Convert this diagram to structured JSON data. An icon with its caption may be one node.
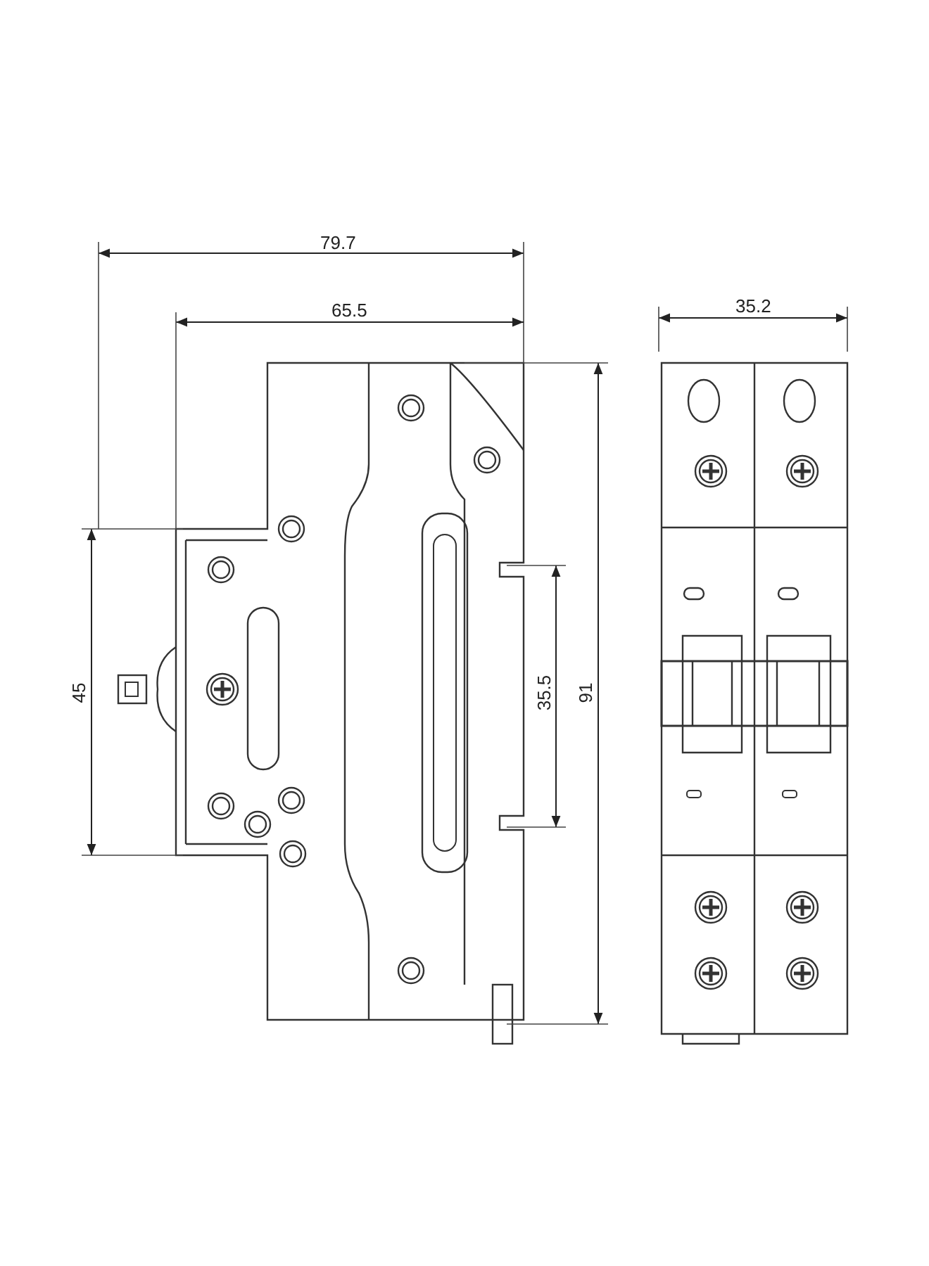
{
  "diagram": {
    "labels": [
      "79.7",
      "65.5",
      "35.2",
      "45",
      "35.5",
      "91"
    ]
  }
}
